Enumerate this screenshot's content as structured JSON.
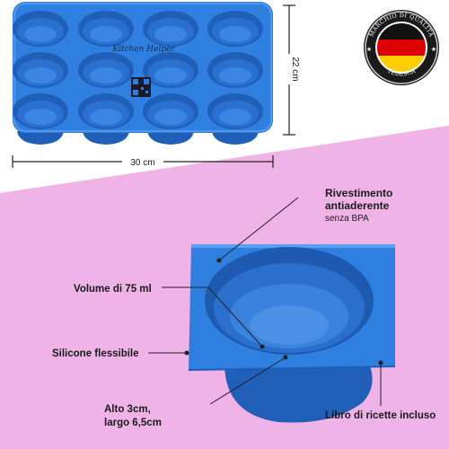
{
  "colors": {
    "top_background": "#ffffff",
    "bottom_background": "#f0b3e8",
    "silicone_blue": "#2f7fe0",
    "silicone_dark": "#1f5fb8",
    "silicone_light": "#5aa0f0"
  },
  "top": {
    "dimension_width": "30 cm",
    "dimension_height": "22 cm",
    "tray_logo_text": "Kitchen Helper",
    "badge": {
      "top_text": "MARCHIO DI QUALITÀ",
      "bottom_text": "TEDESCA",
      "flag_colors": [
        "#111111",
        "#dd0000",
        "#ffce00"
      ]
    }
  },
  "bottom": {
    "callout_coating_title_1": "Rivestimento",
    "callout_coating_title_2": "antiaderente",
    "callout_coating_sub": "senza BPA",
    "callout_volume": "Volume di 75 ml",
    "callout_silicone": "Silicone flessibile",
    "callout_size_1": "Alto 3cm,",
    "callout_size_2": "largo 6,5cm",
    "callout_book": "Libro di ricette incluso"
  }
}
